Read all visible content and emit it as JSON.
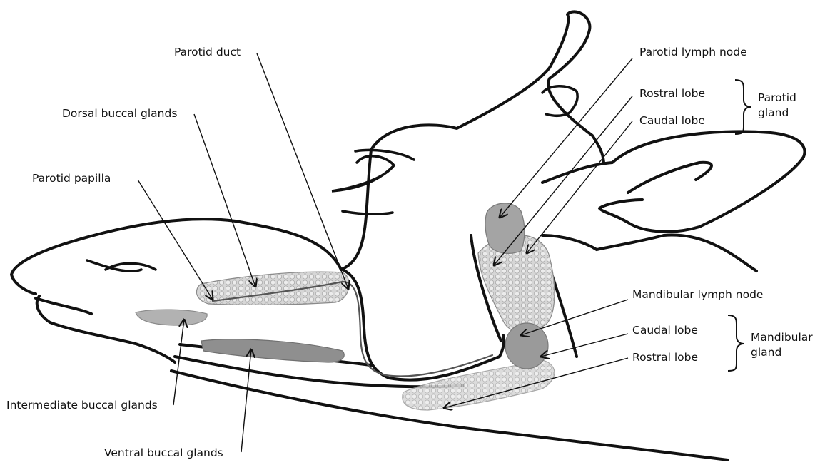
{
  "labels": {
    "parotid_duct": "Parotid duct",
    "dorsal_buccal": "Dorsal buccal glands",
    "parotid_papilla": "Parotid papilla",
    "intermediate_buccal": "Intermediate buccal glands",
    "ventral_buccal": "Ventral buccal glands",
    "parotid_lymph_node": "Parotid lymph node",
    "parotid_rostral": "Rostral lobe",
    "parotid_caudal": "Caudal lobe",
    "parotid_gland": "Parotid gland",
    "mandibular_lymph_node": "Mandibular lymph node",
    "mandibular_caudal": "Caudal lobe",
    "mandibular_rostral": "Rostral lobe",
    "mandibular_gland": "Mandibular gland"
  },
  "colors": {
    "outline": "#111111",
    "gland_fill": "#bdbdbd",
    "gland_light": "#d9d9d9",
    "node_fill": "#9e9e9e"
  }
}
